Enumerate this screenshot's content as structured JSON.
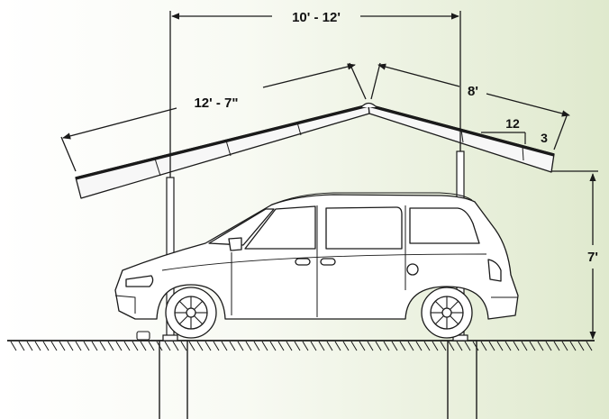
{
  "dimensions": {
    "post_spacing": "10' - 12'",
    "rafter_length": "12' - 7\"",
    "half_span": "8'",
    "pitch_run": "12",
    "pitch_rise": "3",
    "eave_height": "7'"
  },
  "colors": {
    "background_left": "#ffffff",
    "background_right": "#e2ecd2",
    "line": "#1a1a1a",
    "roof_fill": "#f7f7f7",
    "vehicle_fill": "#ffffff"
  }
}
